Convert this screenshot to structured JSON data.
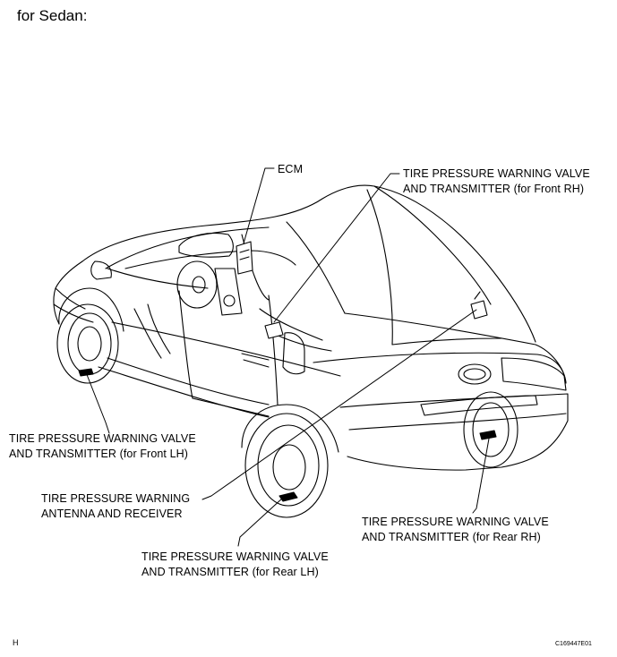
{
  "heading": "for Sedan:",
  "callouts": {
    "ecm": {
      "line1": "ECM"
    },
    "tpw_front_rh": {
      "line1": "TIRE PRESSURE WARNING VALVE",
      "line2": "AND TRANSMITTER (for Front RH)"
    },
    "tpw_front_lh": {
      "line1": "TIRE PRESSURE WARNING VALVE",
      "line2": "AND TRANSMITTER (for Front LH)"
    },
    "tpw_antenna": {
      "line1": "TIRE PRESSURE WARNING",
      "line2": "ANTENNA AND RECEIVER"
    },
    "tpw_rear_rh": {
      "line1": "TIRE PRESSURE WARNING VALVE",
      "line2": "AND TRANSMITTER (for Rear RH)"
    },
    "tpw_rear_lh": {
      "line1": "TIRE PRESSURE WARNING VALVE",
      "line2": "AND TRANSMITTER (for Rear LH)"
    }
  },
  "footer": {
    "left_code": "H",
    "figure_id": "C169447E01"
  }
}
